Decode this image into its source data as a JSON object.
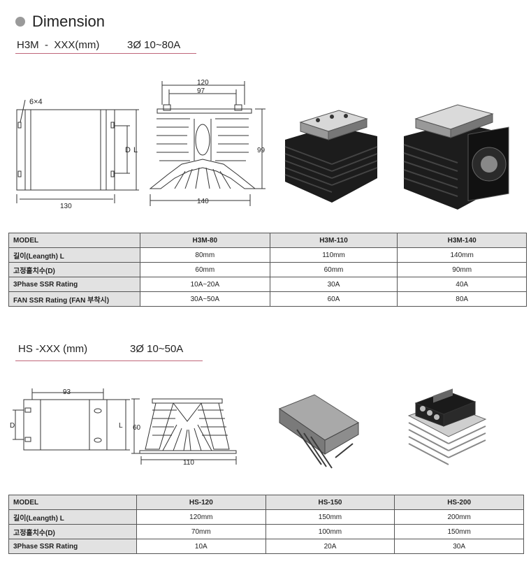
{
  "heading": "Dimension",
  "section1": {
    "model_line": "H3M  -  XXX(mm)",
    "phase_line": "3Ø 10~80A",
    "drawing_labels": {
      "holes": "6×4",
      "d": "D",
      "l": "L",
      "width_130": "130",
      "width_120": "120",
      "width_97": "97",
      "height_99": "99",
      "width_140": "140"
    },
    "table": {
      "headers": [
        "MODEL",
        "H3M-80",
        "H3M-110",
        "H3M-140"
      ],
      "rows": [
        {
          "label": "길이(Leangth) L",
          "values": [
            "80mm",
            "110mm",
            "140mm"
          ]
        },
        {
          "label": "고정홀치수(D)",
          "values": [
            "60mm",
            "60mm",
            "90mm"
          ]
        },
        {
          "label": "3Phase SSR Rating",
          "values": [
            "10A~20A",
            "30A",
            "40A"
          ]
        },
        {
          "label": "FAN SSR Rating  (FAN 부착시)",
          "values": [
            "30A~50A",
            "60A",
            "80A"
          ]
        }
      ]
    }
  },
  "section2": {
    "model_line": "HS -XXX (mm)",
    "phase_line": "3Ø 10~50A",
    "drawing_labels": {
      "width_93": "93",
      "d": "D",
      "l": "L",
      "height_60": "60",
      "width_110": "110"
    },
    "table": {
      "headers": [
        "MODEL",
        "HS-120",
        "HS-150",
        "HS-200"
      ],
      "rows": [
        {
          "label": "길이(Leangth) L",
          "values": [
            "120mm",
            "150mm",
            "200mm"
          ]
        },
        {
          "label": "고정홀치수(D)",
          "values": [
            "70mm",
            "100mm",
            "150mm"
          ]
        },
        {
          "label": "3Phase SSR Rating",
          "values": [
            "10A",
            "20A",
            "30A"
          ]
        }
      ]
    }
  },
  "colors": {
    "accent_underline": "#c0667a",
    "header_bg": "#e2e2e2",
    "bullet": "#9a9a9a"
  }
}
